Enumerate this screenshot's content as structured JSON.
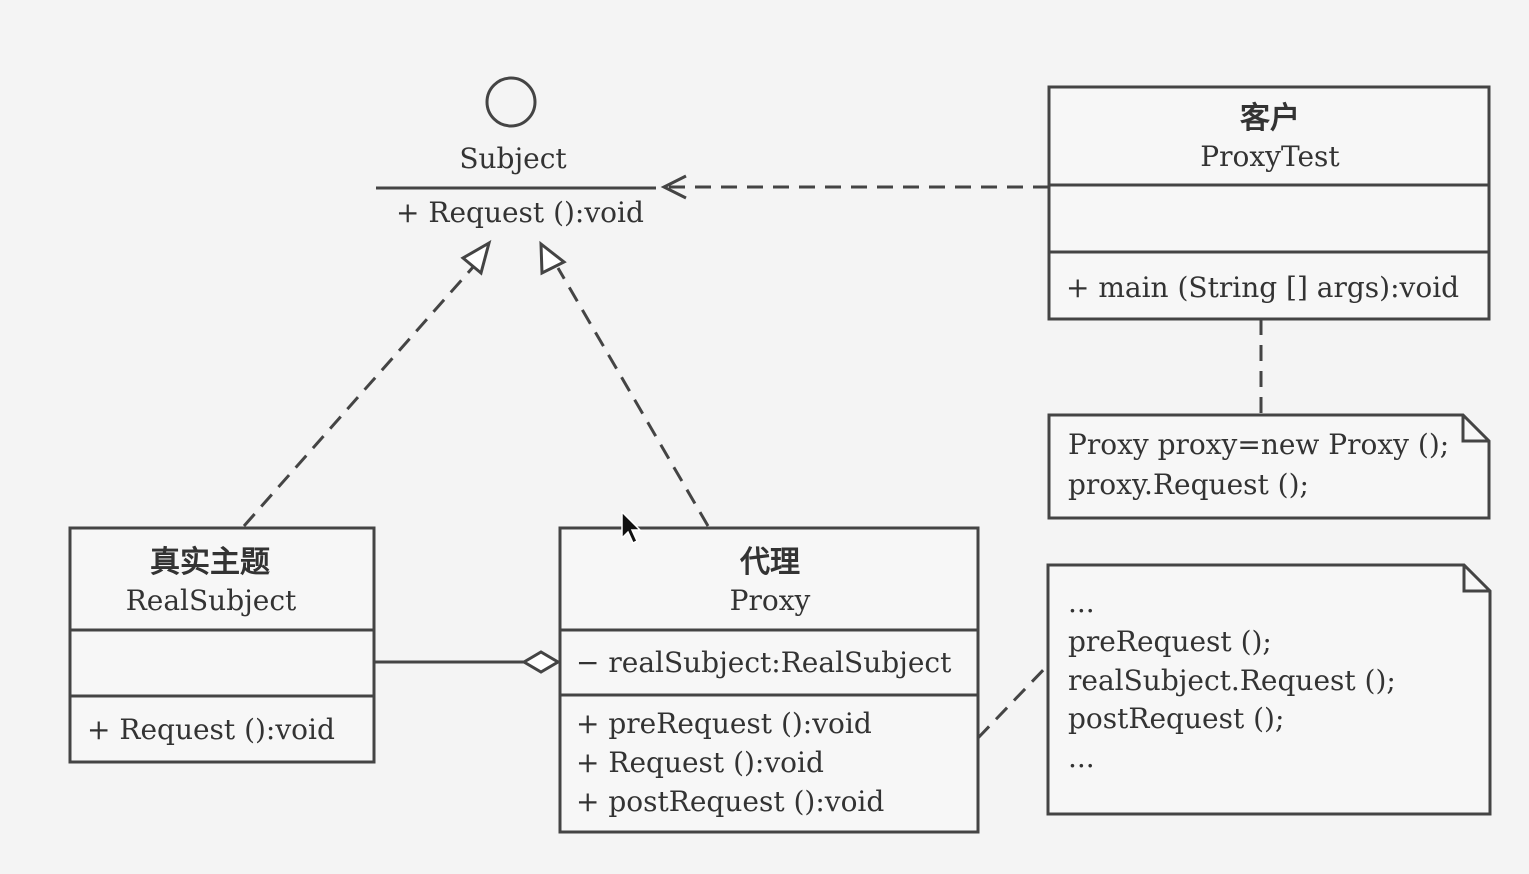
{
  "subject": {
    "name": "Subject",
    "method": "+ Request ():void"
  },
  "client": {
    "title_cn": "客户",
    "title_en": "ProxyTest",
    "method": "+ main (String [] args):void"
  },
  "client_note": {
    "lines": [
      "Proxy proxy=new Proxy ();",
      "proxy.Request ();"
    ]
  },
  "real_subject": {
    "title_cn": "真实主题",
    "title_en": "RealSubject",
    "method": "+ Request ():void"
  },
  "proxy": {
    "title_cn": "代理",
    "title_en": "Proxy",
    "attribute": "− realSubject:RealSubject",
    "methods": [
      "+ preRequest ():void",
      "+ Request ():void",
      "+ postRequest ():void"
    ]
  },
  "proxy_note": {
    "lines": [
      "...",
      "preRequest ();",
      "realSubject.Request ();",
      "postRequest ();",
      "..."
    ]
  }
}
